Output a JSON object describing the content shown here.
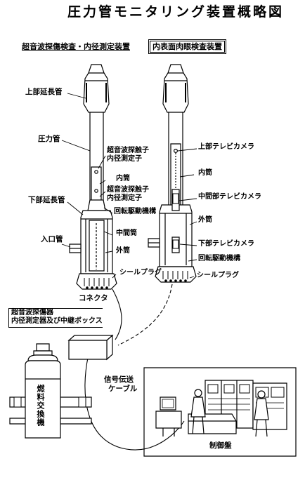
{
  "title": "圧力管モニタリング装置概略図",
  "left_section_title": "超音波探傷検査・内径測定装置",
  "right_section_title": "内表面肉眼検査装置",
  "labels": {
    "upper_extension_pipe": "上部延長管",
    "pressure_tube": "圧力管",
    "ut_probe_upper_1": "超音波探触子",
    "ut_probe_upper_2": "内径測定子",
    "inner_cylinder_left": "内筒",
    "ut_probe_lower_1": "超音波探触子",
    "ut_probe_lower_2": "内径測定子",
    "rotation_drive_left": "回転駆動機構",
    "lower_extension_pipe": "下部延長管",
    "middle_cylinder": "中間筒",
    "inlet_pipe": "入口管",
    "outer_cylinder_left": "外筒",
    "seal_plug_left": "シールプラグ",
    "connector": "コネクタ",
    "upper_tv_camera": "上部テレビカメラ",
    "inner_cylinder_right": "内筒",
    "middle_tv_camera": "中間部テレビカメラ",
    "outer_cylinder_right": "外筒",
    "lower_tv_camera": "下部テレビカメラ",
    "rotation_drive_right": "回転駆動機構",
    "seal_plug_right": "シールプラグ",
    "flaw_detector_1": "超音波探傷器",
    "flaw_detector_2": "内径測定器及び中継ボックス",
    "refueling_machine": "燃料交換機",
    "signal_cable_1": "信号伝送",
    "signal_cable_2": "ケーブル",
    "control_panel": "制御盤"
  }
}
